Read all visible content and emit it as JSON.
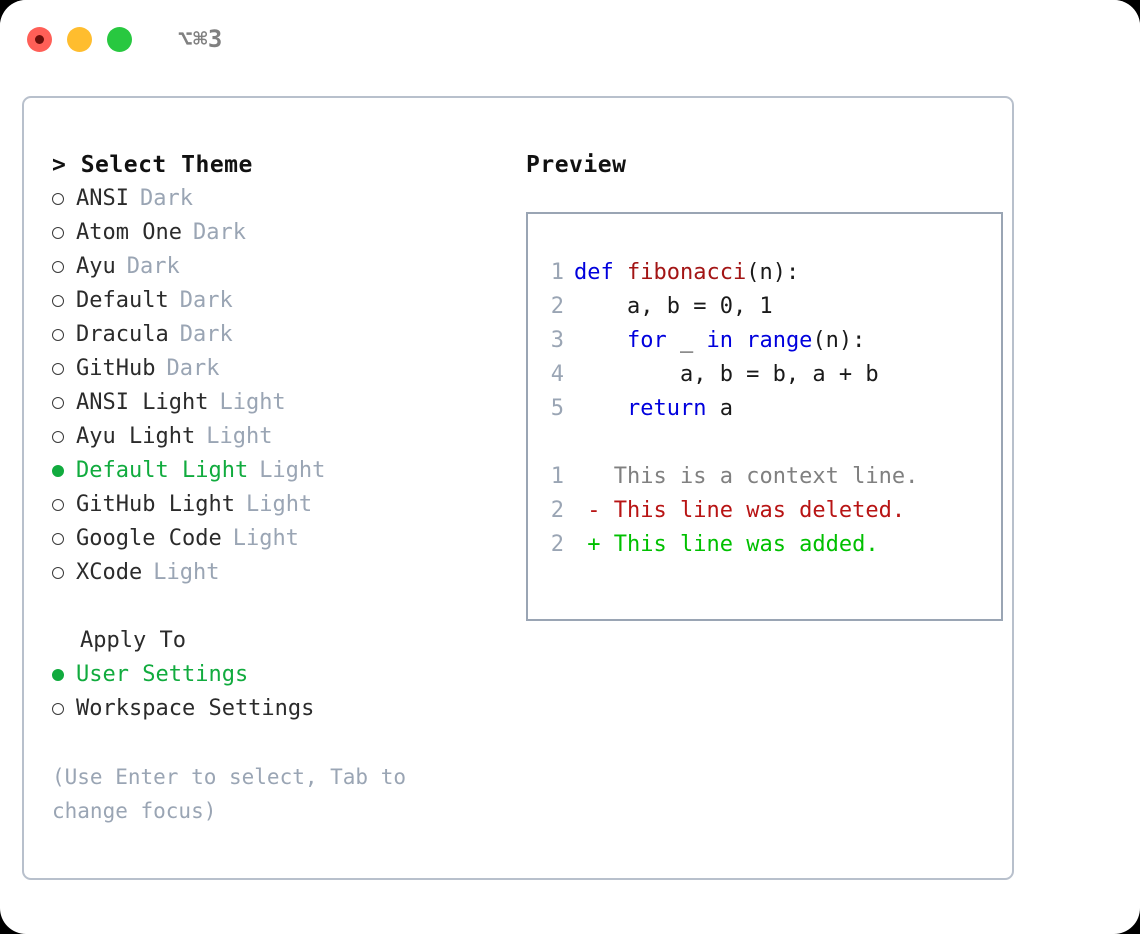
{
  "titlebar": {
    "shortcut": "⌥⌘3",
    "lights": [
      {
        "name": "close",
        "color": "#ff5f57"
      },
      {
        "name": "minimize",
        "color": "#ffbd2e"
      },
      {
        "name": "maximize",
        "color": "#28c840"
      }
    ]
  },
  "theme_picker": {
    "title": "> Select Theme",
    "themes": [
      {
        "label": "ANSI",
        "suffix": "Dark",
        "selected": false
      },
      {
        "label": "Atom One",
        "suffix": "Dark",
        "selected": false
      },
      {
        "label": "Ayu",
        "suffix": "Dark",
        "selected": false
      },
      {
        "label": "Default",
        "suffix": "Dark",
        "selected": false
      },
      {
        "label": "Dracula",
        "suffix": "Dark",
        "selected": false
      },
      {
        "label": "GitHub",
        "suffix": "Dark",
        "selected": false
      },
      {
        "label": "ANSI Light",
        "suffix": "Light",
        "selected": false
      },
      {
        "label": "Ayu Light",
        "suffix": "Light",
        "selected": false
      },
      {
        "label": "Default Light",
        "suffix": "Light",
        "selected": true
      },
      {
        "label": "GitHub Light",
        "suffix": "Light",
        "selected": false
      },
      {
        "label": "Google Code",
        "suffix": "Light",
        "selected": false
      },
      {
        "label": "XCode",
        "suffix": "Light",
        "selected": false
      }
    ],
    "apply_to": {
      "header": "Apply To",
      "options": [
        {
          "label": "User Settings",
          "selected": true
        },
        {
          "label": "Workspace Settings",
          "selected": false
        }
      ]
    },
    "hint": "(Use Enter to select, Tab to change focus)",
    "selected_color": "#11ab3e",
    "suffix_color": "#9aa5b4"
  },
  "preview": {
    "title": "Preview",
    "code": [
      {
        "lineno": "1",
        "tokens": [
          {
            "text": "def ",
            "cls": "kw"
          },
          {
            "text": "fibonacci",
            "cls": "fn"
          },
          {
            "text": "(n):",
            "cls": "code-text"
          }
        ]
      },
      {
        "lineno": "2",
        "tokens": [
          {
            "text": "    a, b = 0, 1",
            "cls": "code-text"
          }
        ]
      },
      {
        "lineno": "3",
        "tokens": [
          {
            "text": "    for ",
            "cls": "kw"
          },
          {
            "text": "_ ",
            "cls": "code-text"
          },
          {
            "text": "in range",
            "cls": "kw"
          },
          {
            "text": "(n):",
            "cls": "code-text"
          }
        ]
      },
      {
        "lineno": "4",
        "tokens": [
          {
            "text": "        a, b = b, a + b",
            "cls": "code-text"
          }
        ]
      },
      {
        "lineno": "5",
        "tokens": [
          {
            "text": "    return ",
            "cls": "kw"
          },
          {
            "text": "a",
            "cls": "code-text"
          }
        ]
      }
    ],
    "diff": [
      {
        "lineno": "1",
        "marker": "  ",
        "text": "This is a context line.",
        "cls": "ctx"
      },
      {
        "lineno": "2",
        "marker": "- ",
        "text": "This line was deleted.",
        "cls": "del"
      },
      {
        "lineno": "2",
        "marker": "+ ",
        "text": "This line was added.",
        "cls": "add"
      }
    ],
    "colors": {
      "keyword": "#0000dd",
      "function": "#a31515",
      "context": "#808080",
      "deleted": "#b81414",
      "added": "#00c000",
      "lineno": "#9aa5b4"
    }
  }
}
